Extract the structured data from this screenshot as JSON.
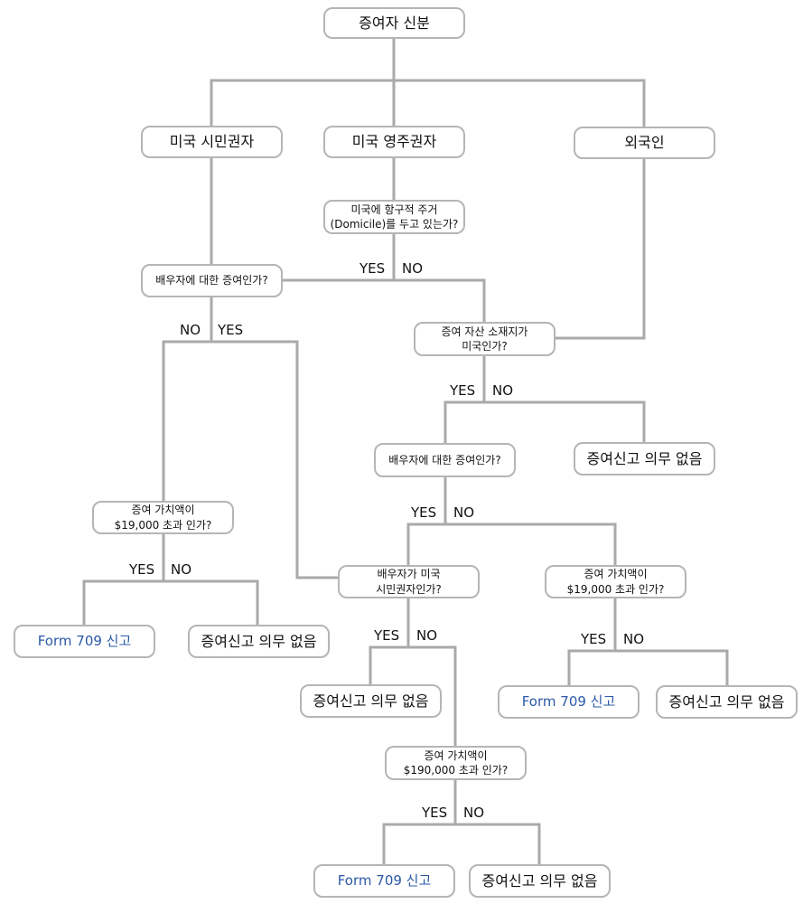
{
  "nodes": {
    "root": "증여자 신분",
    "citizen": "미국 시민권자",
    "resident": "미국 영주권자",
    "foreigner": "외국인",
    "domicile_q": "미국에 항구적 주거\n(Domicile)를 두고 있는가?",
    "citizen_spouse_q": "배우자에 대한 증여인가?",
    "asset_location_q": "증여 자산 소재지가\n미국인가?",
    "citizen_value_q": "증여 가치액이\n$19,000 초과 인가?",
    "citizen_form709": "Form 709 신고",
    "citizen_no_filing": "증여신고 의무 없음",
    "asset_no_filing": "증여신고 의무 없음",
    "nonres_spouse_q": "배우자에 대한 증여인가?",
    "spouse_citizen_q": "배우자가 미국\n시민권자인가?",
    "nonres_value_q": "증여 가치액이\n$19,000 초과 인가?",
    "spouse_no_filing": "증여신고 의무 없음",
    "nonres_form709": "Form 709 신고",
    "nonres_no_filing": "증여신고 의무 없음",
    "spouse_value_q": "증여 가치액이\n$190,000 초과 인가?",
    "spouse_form709": "Form 709 신고",
    "spouse_value_no_filing": "증여신고 의무 없음"
  },
  "labels": {
    "yes": "YES",
    "no": "NO"
  },
  "colors": {
    "line": "#aaaaaa",
    "border": "#b5b5b5",
    "form_text": "#2a59a8",
    "text": "#111111"
  }
}
